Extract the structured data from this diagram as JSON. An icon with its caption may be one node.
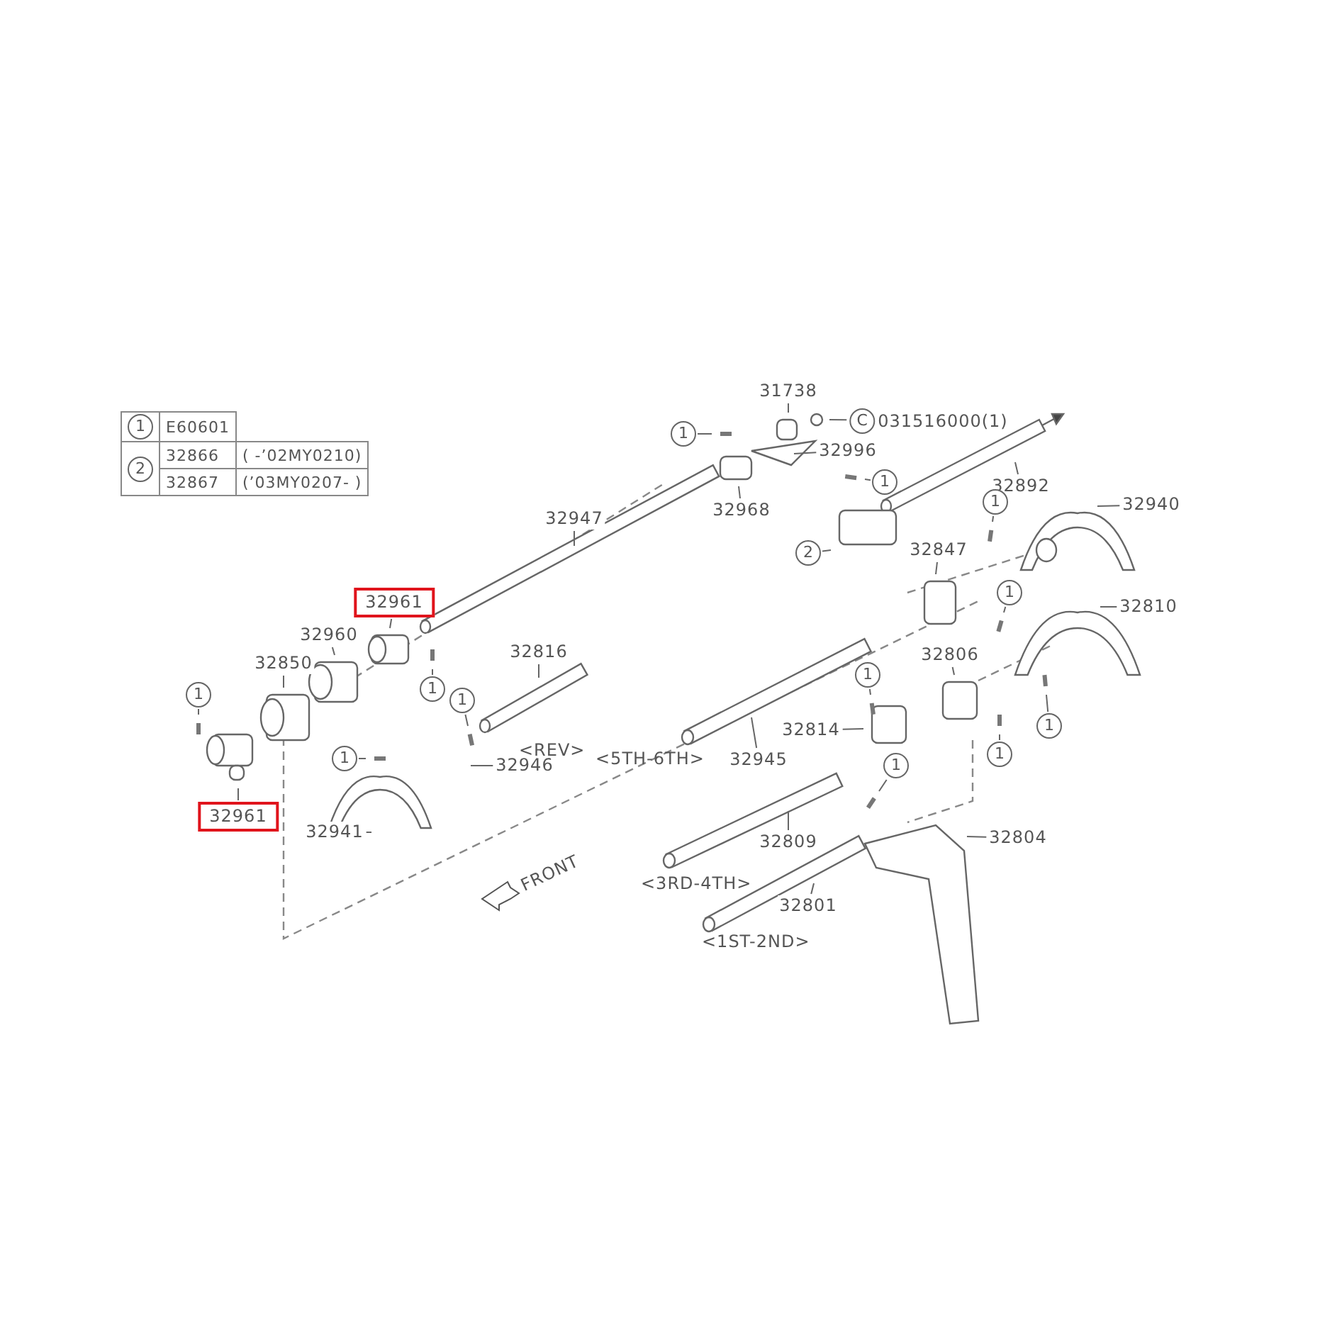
{
  "diagram": {
    "nodes": [
      {
        "text": [
          "31738"
        ]
      },
      {
        "text": [
          "C",
          "031516000(1)"
        ]
      },
      {
        "text": [
          "32996"
        ]
      },
      {
        "text": [
          "32968"
        ]
      },
      {
        "text": [
          "32947"
        ]
      },
      {
        "text": [
          "32892"
        ]
      },
      {
        "text": [
          "32940"
        ]
      },
      {
        "text": [
          "32847"
        ]
      },
      {
        "text": [
          "32810"
        ]
      },
      {
        "text": [
          "32961"
        ]
      },
      {
        "text": [
          "32960"
        ]
      },
      {
        "text": [
          "32850"
        ]
      },
      {
        "text": [
          "32816"
        ]
      },
      {
        "text": [
          "32806"
        ]
      },
      {
        "text": [
          "32945"
        ]
      },
      {
        "text": [
          "32814"
        ]
      },
      {
        "text": [
          "32946"
        ]
      },
      {
        "text": [
          "32961"
        ]
      },
      {
        "text": [
          "32941"
        ]
      },
      {
        "text": [
          "32809"
        ]
      },
      {
        "text": [
          "32804"
        ]
      },
      {
        "text": [
          "32801"
        ]
      },
      {
        "text": [
          "1"
        ]
      },
      {
        "text": [
          "1"
        ]
      },
      {
        "text": [
          "1"
        ]
      },
      {
        "text": [
          "1"
        ]
      },
      {
        "text": [
          "1"
        ]
      },
      {
        "text": [
          "1"
        ]
      },
      {
        "text": [
          "1"
        ]
      },
      {
        "text": [
          "1"
        ]
      },
      {
        "text": [
          "1"
        ]
      },
      {
        "text": [
          "1"
        ]
      },
      {
        "text": [
          "1"
        ]
      },
      {
        "text": [
          "1"
        ]
      },
      {
        "text": [
          "2"
        ]
      },
      {
        "text": [
          "1"
        ]
      },
      {
        "text": [
          "2"
        ]
      }
    ],
    "edges": [
      {
        "from": 0,
        "to": null,
        "arrow": "none"
      },
      {
        "from": 1,
        "to": null,
        "arrow": "none"
      },
      {
        "from": 2,
        "to": null,
        "arrow": "none"
      },
      {
        "from": 3,
        "to": null,
        "arrow": "none"
      },
      {
        "from": 4,
        "to": null,
        "arrow": "none"
      },
      {
        "from": 5,
        "to": null,
        "arrow": "none"
      },
      {
        "from": 6,
        "to": null,
        "arrow": "none"
      },
      {
        "from": 7,
        "to": null,
        "arrow": "none"
      },
      {
        "from": 8,
        "to": null,
        "arrow": "none"
      },
      {
        "from": 9,
        "to": null,
        "arrow": "none"
      },
      {
        "from": 10,
        "to": null,
        "arrow": "none"
      },
      {
        "from": 11,
        "to": null,
        "arrow": "none"
      },
      {
        "from": 12,
        "to": null,
        "arrow": "none"
      },
      {
        "from": 13,
        "to": null,
        "arrow": "none"
      },
      {
        "from": 14,
        "to": null,
        "arrow": "none"
      },
      {
        "from": 15,
        "to": null,
        "arrow": "none"
      },
      {
        "from": 16,
        "to": null,
        "arrow": "none"
      },
      {
        "from": 17,
        "to": null,
        "arrow": "none"
      },
      {
        "from": 18,
        "to": null,
        "arrow": "none"
      },
      {
        "from": 19,
        "to": null,
        "arrow": "none"
      },
      {
        "from": 20,
        "to": null,
        "arrow": "none"
      },
      {
        "from": 21,
        "to": null,
        "arrow": "none"
      },
      {
        "from": 22,
        "to": null,
        "arrow": "none"
      },
      {
        "from": 23,
        "to": null,
        "arrow": "none"
      },
      {
        "from": 24,
        "to": null,
        "arrow": "none"
      },
      {
        "from": 25,
        "to": null,
        "arrow": "none"
      },
      {
        "from": 26,
        "to": null,
        "arrow": "none"
      },
      {
        "from": 27,
        "to": null,
        "arrow": "none"
      },
      {
        "from": 28,
        "to": null,
        "arrow": "none"
      },
      {
        "from": 29,
        "to": null,
        "arrow": "none"
      },
      {
        "from": 30,
        "to": null,
        "arrow": "none"
      },
      {
        "from": 31,
        "to": null,
        "arrow": "none"
      },
      {
        "from": 32,
        "to": null,
        "arrow": "none"
      },
      {
        "from": 33,
        "to": null,
        "arrow": "none"
      },
      {
        "from": 34,
        "to": null,
        "arrow": "none"
      }
    ],
    "labels": [
      "E60601",
      "32866",
      "( -’02MY0210)",
      "32867",
      "(’03MY0207- )",
      "<REV>",
      "<5TH-6TH>",
      "FRONT",
      "<3RD-4TH>",
      "<1ST-2ND>"
    ]
  }
}
